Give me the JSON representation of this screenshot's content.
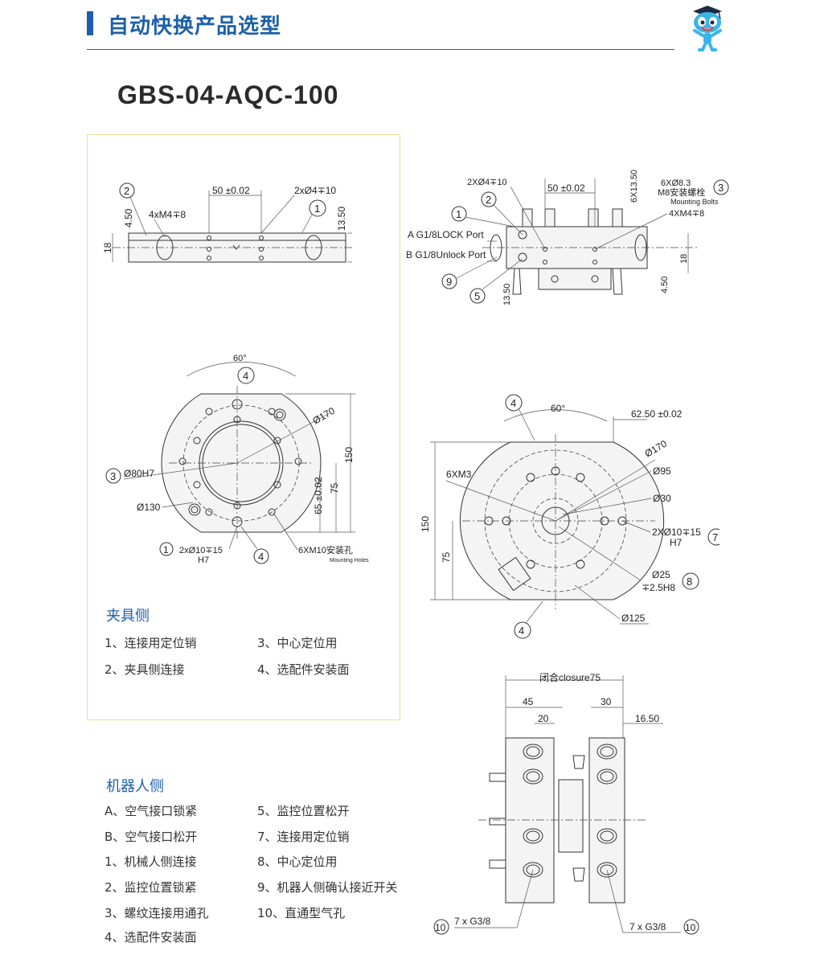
{
  "header": {
    "title": "自动快换产品选型"
  },
  "model": "GBS-04-AQC-100",
  "gripper_side": {
    "title": "夹具侧",
    "items": [
      "1、连接用定位销",
      "2、夹具侧连接",
      "3、中心定位用",
      "4、选配件安装面"
    ]
  },
  "robot_side": {
    "title": "机器人侧",
    "items": [
      "A、空气接口锁紧",
      "B、空气接口松开",
      "1、机械人侧连接",
      "2、监控位置锁紧",
      "3、螺纹连接用通孔",
      "4、选配件安装面",
      "5、监控位置松开",
      "7、连接用定位销",
      "8、中心定位用",
      "9、机器人侧确认接近开关",
      "10、直通型气孔"
    ]
  },
  "drawings": {
    "g_side": {
      "c2": "2",
      "c1": "1",
      "dim50": "50 ±0.02",
      "holes2": "2xØ4∓10",
      "m4": "4xM4∓8",
      "d450": "4.50",
      "d1350": "13.50",
      "d18": "18"
    },
    "g_top": {
      "ang": "60°",
      "c4a": "4",
      "d170": "Ø170",
      "d150": "150",
      "d80": "Ø80H7",
      "c3": "3",
      "d75": "75",
      "d65": "65 ±0.02",
      "d130": "Ø130",
      "c1": "1",
      "pin": "2xØ10∓15",
      "h7": "H7",
      "c4b": "4",
      "m10": "6XM10安装孔",
      "mh": "Mounting Holes"
    },
    "r_side": {
      "holes": "2XØ4∓10",
      "dim50": "50 ±0.02",
      "d1350v": "6X13.50",
      "bolts": "6XØ8.3",
      "m8": "M8安装螺栓",
      "mb": "Mounting Bolts",
      "c3": "3",
      "c2": "2",
      "m4": "4XM4∓8",
      "c1": "1",
      "portA": "A G1/8LOCK Port",
      "portB": "B G1/8Unlock Port",
      "c9": "9",
      "c5": "5",
      "d1350": "13.50",
      "d18": "18",
      "d450": "4.50"
    },
    "r_top": {
      "c4": "4",
      "ang": "60°",
      "d6250": "62.50 ±0.02",
      "d170": "Ø170",
      "m3": "6XM3",
      "d95": "Ø95",
      "d30": "Ø30",
      "d150": "150",
      "pin": "2XØ10∓15",
      "h7": "H7",
      "c7": "7",
      "d75": "75",
      "d25": "Ø25",
      "d25b": "∓2.5H8",
      "c8": "8",
      "d125": "Ø125",
      "c4b": "4"
    },
    "closure": {
      "title": "闭合closure75",
      "d45": "45",
      "d20": "20",
      "d30": "30",
      "d1650": "16.50",
      "c10a": "10",
      "g38a": "7 x  G3/8",
      "c10b": "10",
      "g38b": "7 x  G3/8"
    }
  }
}
